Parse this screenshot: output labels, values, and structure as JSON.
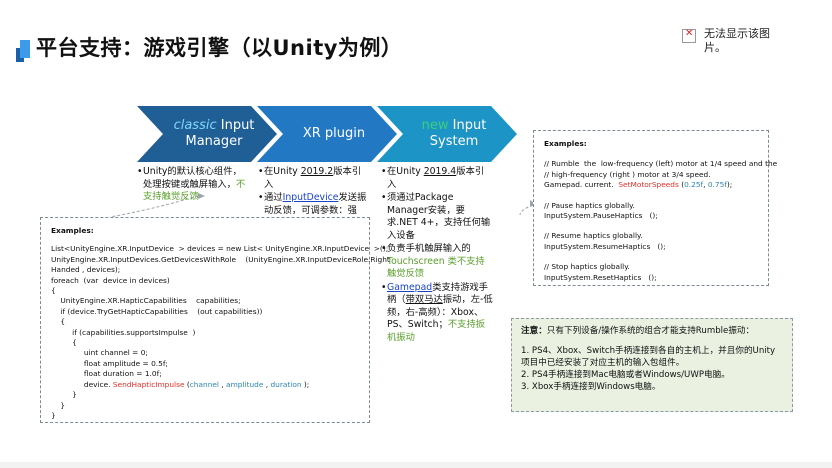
{
  "slide": {
    "title": "平台支持：游戏引擎（以Unity为例）",
    "broken_image_text": "无法显示该图片。"
  },
  "colors": {
    "chevron_1": "#1f5f95",
    "chevron_2": "#2278c2",
    "chevron_3": "#1c94c6",
    "accent_cyan": "#7fd7ff",
    "accent_green": "#3ad07a",
    "note_bg": "#eaf1e1",
    "code_red": "#e0302a",
    "code_teal": "#2b86b4"
  },
  "chevrons": [
    {
      "highlight": "classic",
      "rest1": " Input",
      "line2": "Manager"
    },
    {
      "line1": "XR plugin"
    },
    {
      "highlight": "new",
      "rest1": " Input",
      "line2": "System"
    }
  ],
  "col1": {
    "b1_pre": "Unity的默认核心组件，处理按键或触屏输入，",
    "b1_green": "不支持触觉反馈"
  },
  "col2": {
    "b1_pre": "在Unity ",
    "b1_ver": "2019.2",
    "b1_post": "版本引入",
    "b2_pre": "通过",
    "b2_link": "InputDevice",
    "b2_post": "发送振动反馈，可调参数：强度、时长"
  },
  "col3": {
    "b1_pre": "在Unity ",
    "b1_ver": "2019.4",
    "b1_post": "版本引入",
    "b2": "须通过Package Manager安装，要求.NET 4+，支持任何输入设备",
    "b3_pre": "负责手机触屏输入的",
    "b3_green": "Touchscreen 类不支持触觉反馈",
    "b4_link": "Gamepad",
    "b4_mid1": "类支持游戏手柄（",
    "b4_u": "带双马达",
    "b4_mid2": "振动，左-低频，右-高频）：Xbox、PS、Switch；",
    "b4_green": "不支持扳机振动"
  },
  "code_left": {
    "label": "Examples:",
    "l1": "List<UnityEngine.XR.InputDevice  > devices = new List< UnityEngine.XR.InputDevice  >();",
    "l2": "UnityEngine.XR.InputDevices.GetDevicesWithRole    (UnityEngine.XR.InputDeviceRole.Right",
    "l3": "Handed , devices);",
    "l4": "foreach  (var  device in devices)",
    "l5": "{",
    "l6": "    UnityEngine.XR.HapticCapabilities    capabilities;",
    "l7": "    if (device.TryGetHapticCapabilities    (out capabilities))",
    "l8": "    {",
    "l9": "         if (capabilities.supportsImpulse  )",
    "l10": "         {",
    "l11": "              uint channel = 0;",
    "l12": "              float amplitude = 0.5f;",
    "l13": "              float duration = 1.0f;",
    "l14_pre": "              device. ",
    "l14_fn": "SendHapticImpulse",
    "l14_args_open": " (",
    "l14_a1": "channel",
    "l14_sep1": " , ",
    "l14_a2": "amplitude",
    "l14_sep2": " , ",
    "l14_a3": "duration",
    "l14_close": " );",
    "l15": "         }",
    "l16": "    }",
    "l17": "}"
  },
  "code_right": {
    "label": "Examples:",
    "c1": "// Rumble  the  low-frequency (left) motor at 1/4 speed and the",
    "c2": "// high-frequency (right ) motor at 3/4 speed.",
    "c3_pre": "Gamepad. current.  ",
    "c3_fn": "SetMotorSpeeds",
    "c3_open": " (",
    "c3_a1": "0.25f",
    "c3_sep": ", ",
    "c3_a2": "0.75f",
    "c3_close": ");",
    "c4": "// Pause haptics globally.",
    "c5": "InputSystem.PauseHaptics   ();",
    "c6": "// Resume haptics globally.",
    "c7": "InputSystem.ResumeHaptics   ();",
    "c8": "// Stop haptics globally.",
    "c9": "InputSystem.ResetHaptics   ();"
  },
  "note": {
    "heading": "注意：",
    "heading_rest": "只有下列设备/操作系统的组合才能支持Rumble振动：",
    "item1": "1. PS4、Xbox、Switch手柄连接到各自的主机上，并且你的Unity项目中已经安装了对应主机的输入包组件。",
    "item2": "2. PS4手柄连接到Mac电脑或者Windows/UWP电脑。",
    "item3": "3. Xbox手柄连接到Windows电脑。"
  }
}
